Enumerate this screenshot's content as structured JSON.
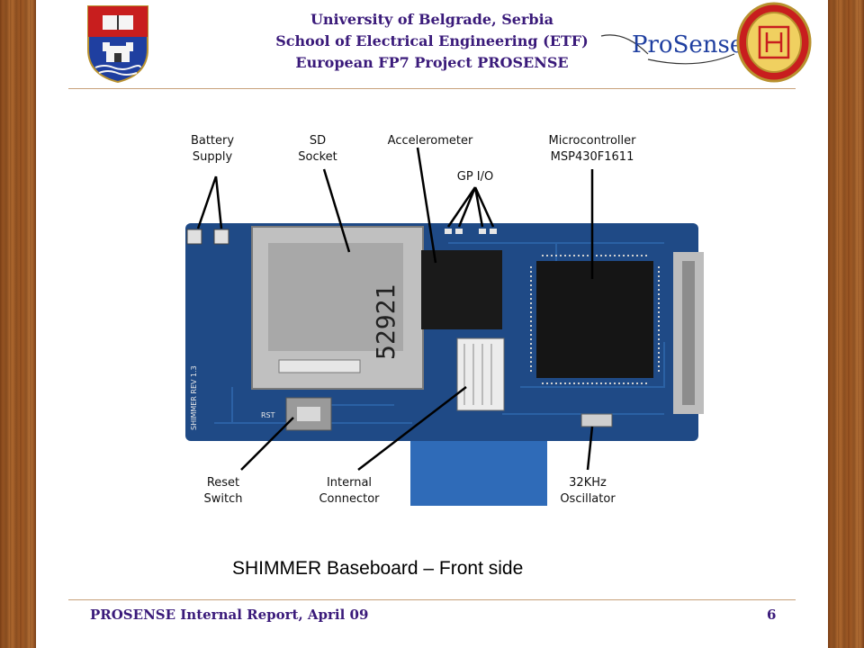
{
  "header": {
    "line1": "University of Belgrade, Serbia",
    "line2": "School of Electrical Engineering (ETF)",
    "line3": "European FP7 Project PROSENSE",
    "logo_text": "ProSense"
  },
  "figure": {
    "labels": {
      "battery_1": "Battery",
      "battery_2": "Supply",
      "sd_1": "SD",
      "sd_2": "Socket",
      "accel": "Accelerometer",
      "gpio": "GP I/O",
      "mcu_1": "Microcontroller",
      "mcu_2": "MSP430F1611",
      "reset_1": "Reset",
      "reset_2": "Switch",
      "internal_1": "Internal",
      "internal_2": "Connector",
      "osc_1": "32KHz",
      "osc_2": "Oscillator"
    },
    "board_marks": {
      "sd_number": "52921",
      "rev": "SHIMMER REV 1.3",
      "rst": "RST"
    }
  },
  "caption": "SHIMMER Baseboard – Front side",
  "footer": {
    "left": "PROSENSE Internal Report, April 09",
    "page": "6"
  },
  "colors": {
    "header_text": "#3a1a7a",
    "rule": "#c7a07a",
    "pcb": "#1f4a86"
  }
}
